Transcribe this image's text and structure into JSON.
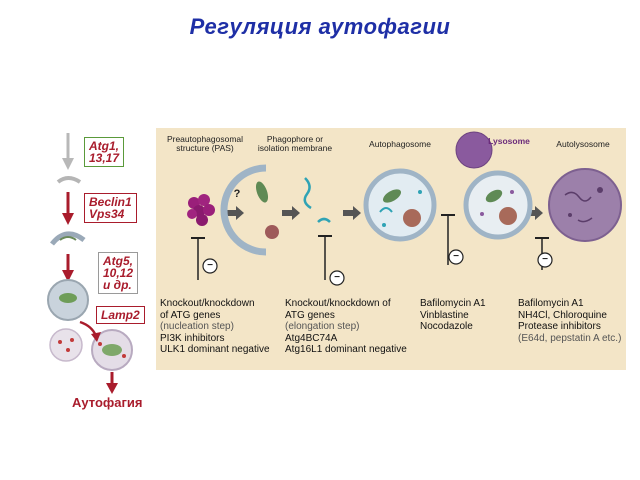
{
  "title": "Регуляция аутофагии",
  "pathway": {
    "boxes": [
      {
        "id": "atg1",
        "lines": [
          "Atg1,",
          "13,17"
        ]
      },
      {
        "id": "beclin",
        "lines": [
          "Beclin1",
          "Vps34"
        ]
      },
      {
        "id": "atg5",
        "lines": [
          "Atg5,",
          "10,12",
          "и др."
        ]
      },
      {
        "id": "lamp2",
        "lines": [
          "Lamp2"
        ]
      }
    ],
    "result_label": "Аутофагия"
  },
  "stages": [
    {
      "id": "pas",
      "lines": [
        "Preautophagosomal",
        "structure (PAS)"
      ]
    },
    {
      "id": "phagophore",
      "lines": [
        "Phagophore or",
        "isolation membrane"
      ]
    },
    {
      "id": "autophagosome",
      "lines": [
        "Autophagosome"
      ]
    },
    {
      "id": "lysosome",
      "lines": [
        "Lysosome"
      ]
    },
    {
      "id": "autolysosome",
      "lines": [
        "Autolysosome"
      ]
    }
  ],
  "unknown_mark": "?",
  "inhibitor_symbol": "−",
  "inhibitors": [
    {
      "id": "inh1",
      "lines": [
        "Knockout/knockdown",
        "of ATG genes",
        "(nucleation step)",
        "PI3K inhibitors",
        "ULK1 dominant negative"
      ]
    },
    {
      "id": "inh2",
      "lines": [
        "Knockout/knockdown of",
        "ATG genes",
        "(elongation step)",
        "Atg4BC74A",
        "Atg16L1 dominant negative"
      ]
    },
    {
      "id": "inh3",
      "lines": [
        "Bafilomycin A1",
        "Vinblastine",
        "Nocodazole"
      ]
    },
    {
      "id": "inh4",
      "lines": [
        "Bafilomycin A1",
        "NH4Cl, Chloroquine",
        "Protease inhibitors",
        "(E64d, pepstatin A etc.)"
      ]
    }
  ],
  "colors": {
    "title": "#1e2fa6",
    "accent": "#a91c2c",
    "panel": "#f3e5c7",
    "lysosome": "#8a5a9e"
  }
}
